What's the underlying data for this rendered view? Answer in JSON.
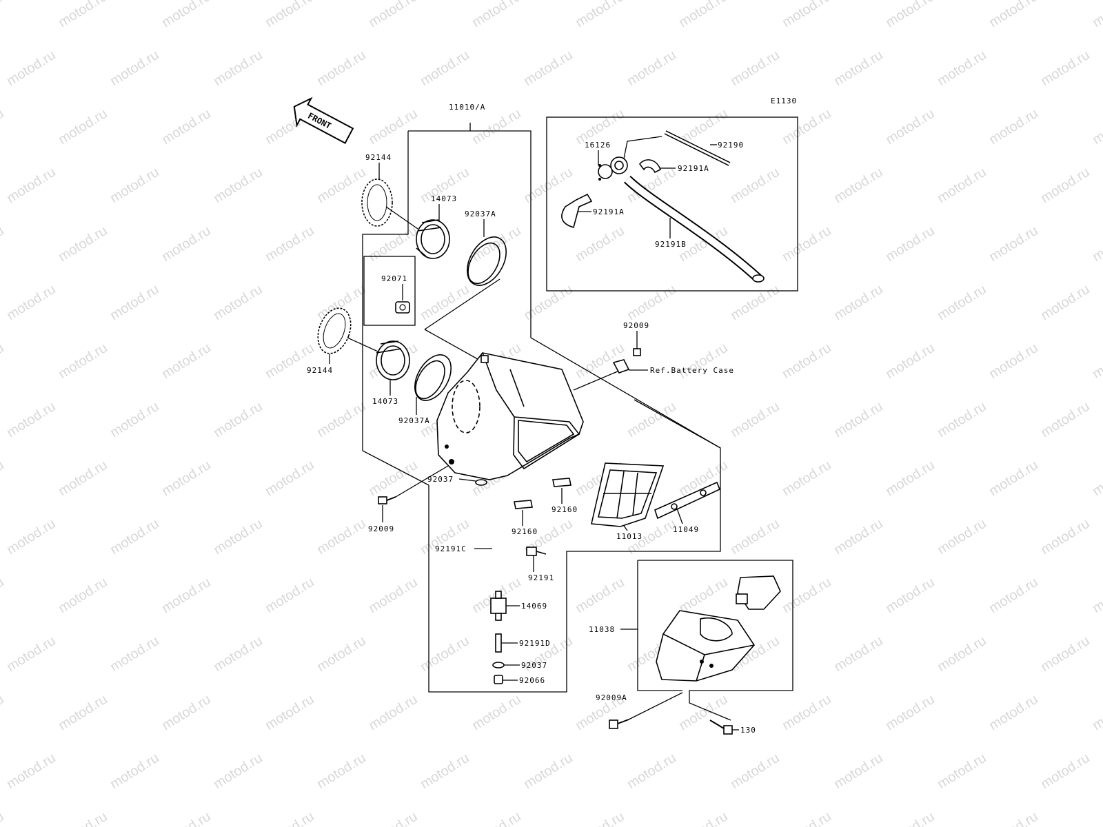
{
  "watermark": "motod.ru",
  "diagram_code": "E1130",
  "front_label": "FRONT",
  "labels": {
    "l11010a": "11010/A",
    "l92144_top": "92144",
    "l14073_top": "14073",
    "l92037a_top": "92037A",
    "l92071": "92071",
    "l92144_bot": "92144",
    "l14073_bot": "14073",
    "l92037a_bot": "92037A",
    "l16126": "16126",
    "l92190": "92190",
    "l92191a_top": "92191A",
    "l92191a_left": "92191A",
    "l92191b": "92191B",
    "l92009_top": "92009",
    "l_ref_battery": "Ref.Battery Case",
    "l92037_mid": "92037",
    "l92009_left": "92009",
    "l92160_right": "92160",
    "l92160_left": "92160",
    "l11013": "11013",
    "l11049": "11049",
    "l92191c": "92191C",
    "l92191": "92191",
    "l14069": "14069",
    "l92191d": "92191D",
    "l92037_bot": "92037",
    "l92066": "92066",
    "l11038": "11038",
    "l92009a": "92009A",
    "l130": "130"
  }
}
